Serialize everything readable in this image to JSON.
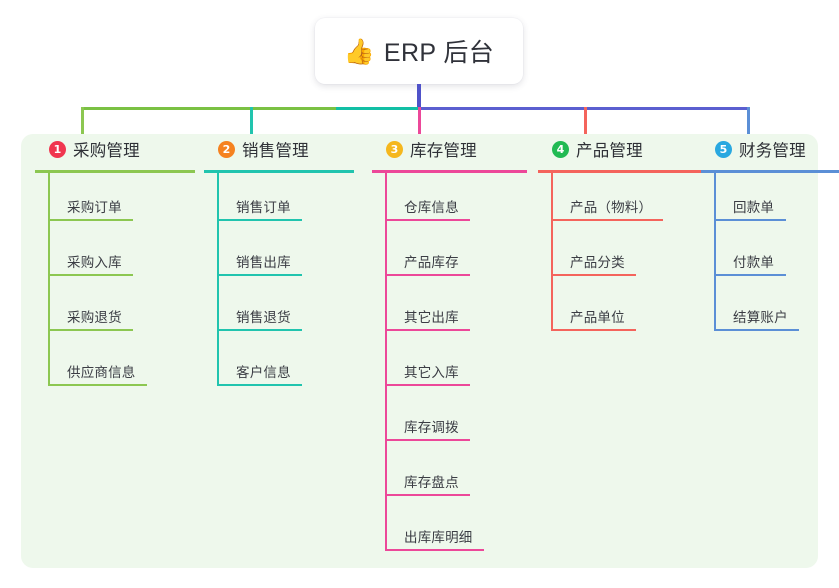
{
  "root": {
    "icon": "thumbs-up-emoji",
    "emoji": "👍",
    "title": "ERP 后台"
  },
  "palette": {
    "page_background": "#ffffff",
    "panel_background": "#eef8ec",
    "root_stem": "#4f52c9",
    "bar_segment_a": "#7ac143",
    "bar_segment_b": "#12bfa5",
    "bar_segment_c": "#5b5fd0",
    "text_primary": "#2f3137",
    "text_leaf": "#3b3d44"
  },
  "columns": [
    {
      "index": "1",
      "badge_color": "#f0364f",
      "line_color": "#8cc751",
      "title": "采购管理",
      "items": [
        "采购订单",
        "采购入库",
        "采购退货",
        "供应商信息"
      ]
    },
    {
      "index": "2",
      "badge_color": "#f58220",
      "line_color": "#21c4ae",
      "title": "销售管理",
      "items": [
        "销售订单",
        "销售出库",
        "销售退货",
        "客户信息"
      ]
    },
    {
      "index": "3",
      "badge_color": "#f5b71d",
      "line_color": "#ec4899",
      "title": "库存管理",
      "items": [
        "仓库信息",
        "产品库存",
        "其它出库",
        "其它入库",
        "库存调拨",
        "库存盘点",
        "出库库明细"
      ]
    },
    {
      "index": "4",
      "badge_color": "#21ba53",
      "line_color": "#f4645c",
      "title": "产品管理",
      "items": [
        "产品（物料）",
        "产品分类",
        "产品单位"
      ]
    },
    {
      "index": "5",
      "badge_color": "#29a8e0",
      "line_color": "#5b8fd6",
      "title": "财务管理",
      "items": [
        "回款单",
        "付款单",
        "结算账户"
      ]
    }
  ]
}
